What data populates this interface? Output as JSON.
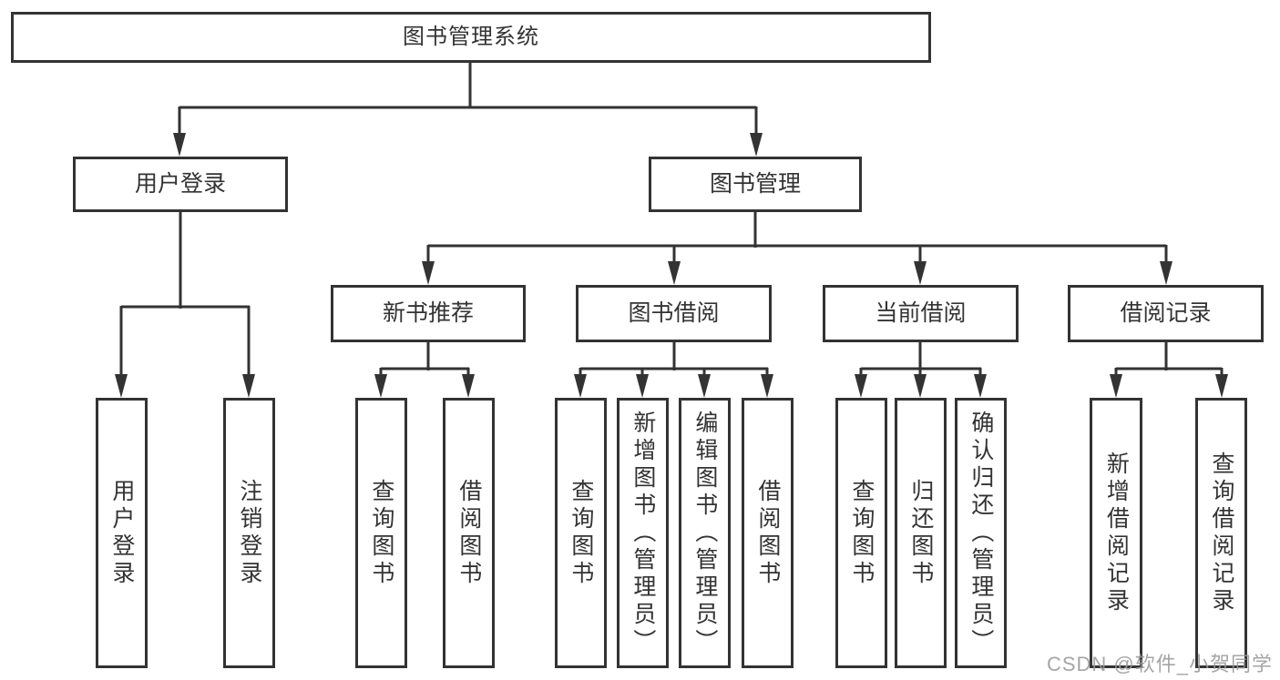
{
  "diagram": {
    "root": {
      "label": "图书管理系统"
    },
    "user_login": {
      "label": "用户登录",
      "children": [
        {
          "label": "用户登录"
        },
        {
          "label": "注销登录"
        }
      ]
    },
    "book_management": {
      "label": "图书管理",
      "sections": [
        {
          "label": "新书推荐",
          "children": [
            {
              "label": "查询图书"
            },
            {
              "label": "借阅图书"
            }
          ]
        },
        {
          "label": "图书借阅",
          "children": [
            {
              "label": "查询图书"
            },
            {
              "label": "新增图书（管理员）"
            },
            {
              "label": "编辑图书（管理员）"
            },
            {
              "label": "借阅图书"
            }
          ]
        },
        {
          "label": "当前借阅",
          "children": [
            {
              "label": "查询图书"
            },
            {
              "label": "归还图书"
            },
            {
              "label": "确认归还（管理员）"
            }
          ]
        },
        {
          "label": "借阅记录",
          "children": [
            {
              "label": "新增借阅记录"
            },
            {
              "label": "查询借阅记录"
            }
          ]
        }
      ]
    },
    "watermark": "CSDN @软件_小贺同学",
    "colors": {
      "line": "#333333",
      "text": "#333333",
      "background": "#ffffff",
      "watermark": "#989898"
    }
  }
}
